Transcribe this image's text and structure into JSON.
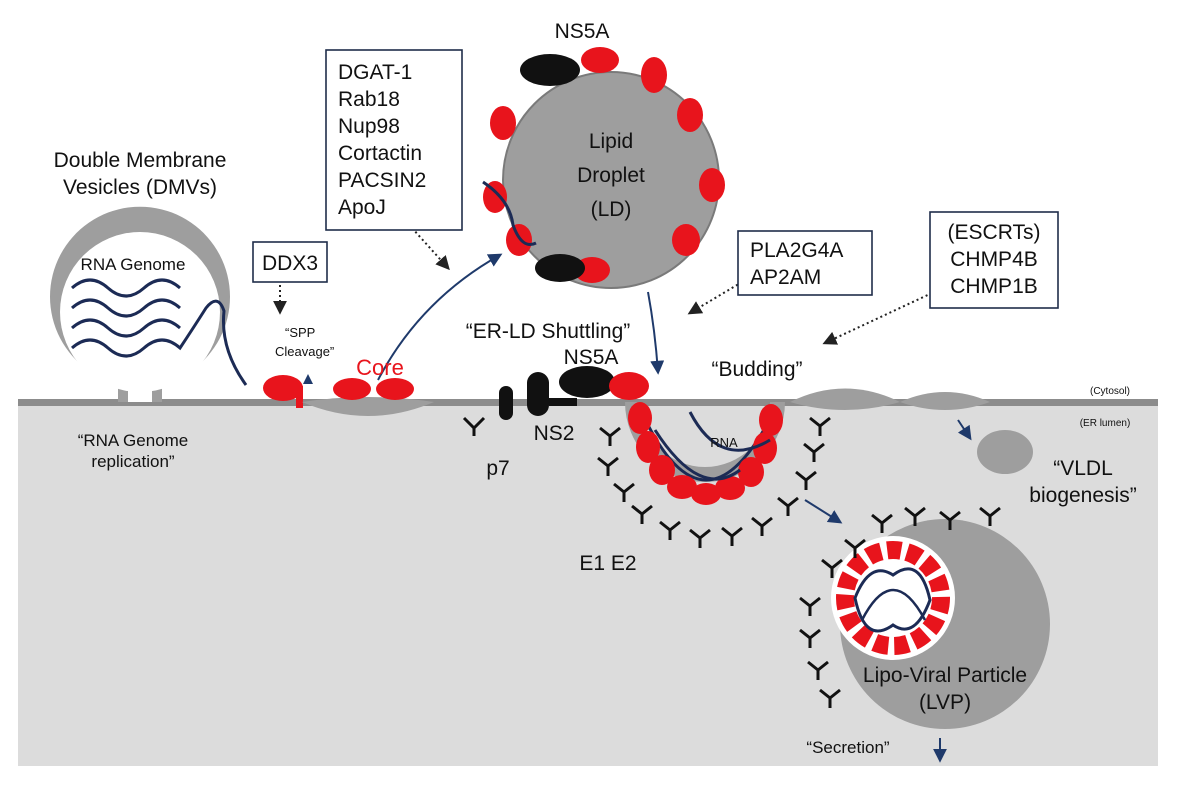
{
  "colors": {
    "cytosol": "#ffffff",
    "lumen": "#dcdcdc",
    "membrane": "#8c8c8c",
    "organelle_fill": "#9e9e9e",
    "viral_protein_red": "#e8141c",
    "ns5a_black": "#111111",
    "rna_navy": "#1c2b55",
    "arrow_navy": "#1f3a6b"
  },
  "labels": {
    "dmv_title_line1": "Double Membrane",
    "dmv_title_line2": "Vesicles (DMVs)",
    "rna_genome": "RNA Genome",
    "rna_replication_line1": "“RNA Genome",
    "rna_replication_line2": "replication”",
    "spp_line1": "“SPP",
    "spp_line2": "Cleavage”",
    "core": "Core",
    "er_ld_shuttling": "“ER-LD Shuttling”",
    "ns5a_top": "NS5A",
    "ns5a_membrane": "NS5A",
    "lipid_droplet_line1": "Lipid",
    "lipid_droplet_line2": "Droplet",
    "lipid_droplet_line3": "(LD)",
    "budding": "“Budding”",
    "cytosol": "(Cytosol)",
    "er_lumen": "(ER lumen)",
    "p7": "p7",
    "ns2": "NS2",
    "rna": "RNA",
    "e1e2": "E1 E2",
    "vldl_line1": "“VLDL",
    "vldl_line2": "biogenesis”",
    "lvp_line1": "Lipo-Viral Particle",
    "lvp_line2": "(LVP)",
    "secretion": "“Secretion”"
  },
  "boxes": {
    "ddx3": [
      "DDX3"
    ],
    "ld_factors": [
      "DGAT-1",
      "Rab18",
      "Nup98",
      "Cortactin",
      "PACSIN2",
      "ApoJ"
    ],
    "budding_factors": [
      "PLA2G4A",
      "AP2AM"
    ],
    "escrt": [
      "(ESCRTs)",
      "CHMP4B",
      "CHMP1B"
    ]
  }
}
